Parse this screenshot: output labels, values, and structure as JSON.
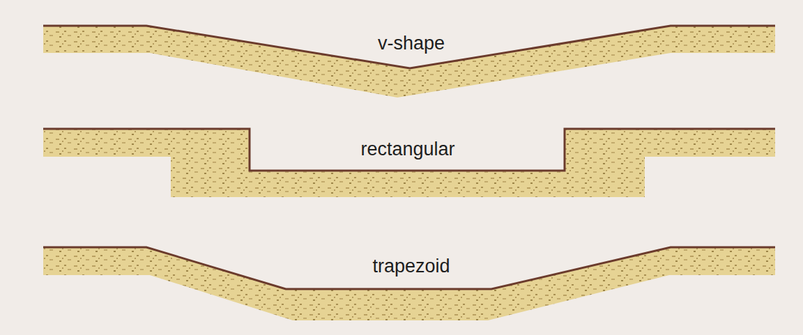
{
  "diagram": {
    "labels": [
      "v-shape",
      "rectangular",
      "trapezoid"
    ]
  }
}
